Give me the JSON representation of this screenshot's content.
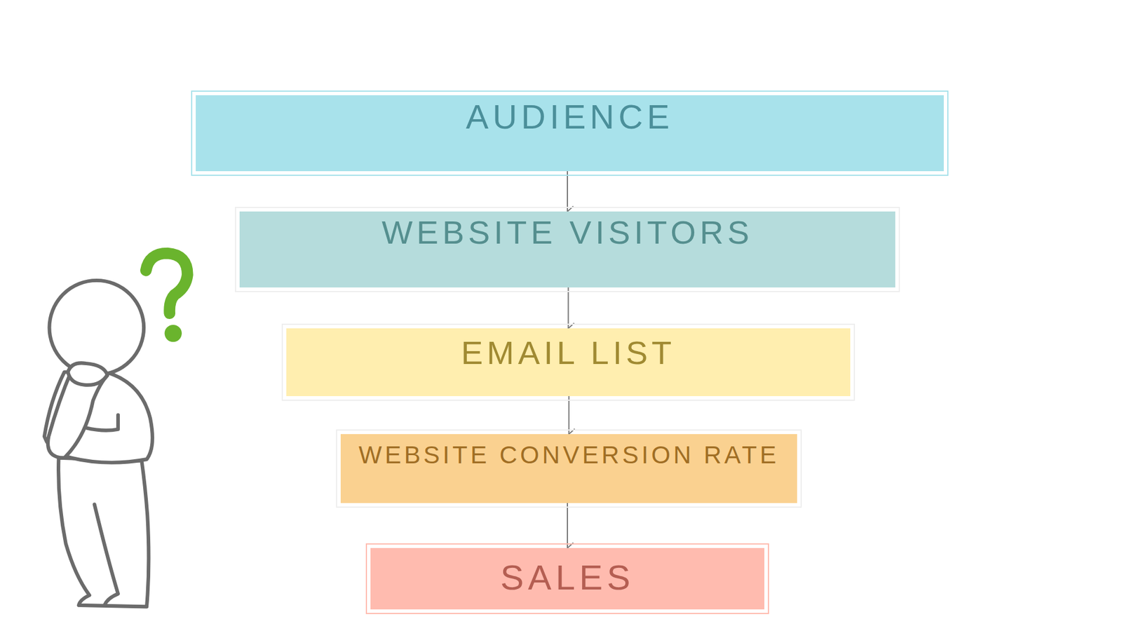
{
  "diagram": {
    "nodes": [
      {
        "text": [
          "AUDIENCE"
        ]
      },
      {
        "text": [
          "WEBSITE VISITORS"
        ]
      },
      {
        "text": [
          "EMAIL LIST"
        ]
      },
      {
        "text": [
          "WEBSITE CONVERSION RATE"
        ]
      },
      {
        "text": [
          "SALES"
        ]
      }
    ],
    "edges": [
      {
        "from": 0,
        "to": 1,
        "arrow": "to"
      },
      {
        "from": 1,
        "to": 2,
        "arrow": "to"
      },
      {
        "from": 2,
        "to": 3,
        "arrow": "to"
      },
      {
        "from": 3,
        "to": 4,
        "arrow": "to"
      }
    ]
  }
}
